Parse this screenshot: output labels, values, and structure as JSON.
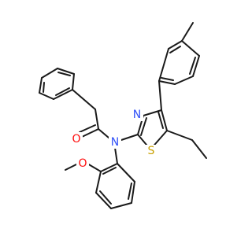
{
  "colors": {
    "bond": "#1a1a1a",
    "O": "#ff0d0d",
    "N": "#3050f8",
    "S": "#c8a000",
    "background": "#ffffff"
  },
  "atoms": {
    "carbonyl_oxygen": "O",
    "methoxy_oxygen": "O",
    "amide_nitrogen": "N",
    "thiazole_nitrogen": "N",
    "thiazole_sulfur": "S"
  }
}
